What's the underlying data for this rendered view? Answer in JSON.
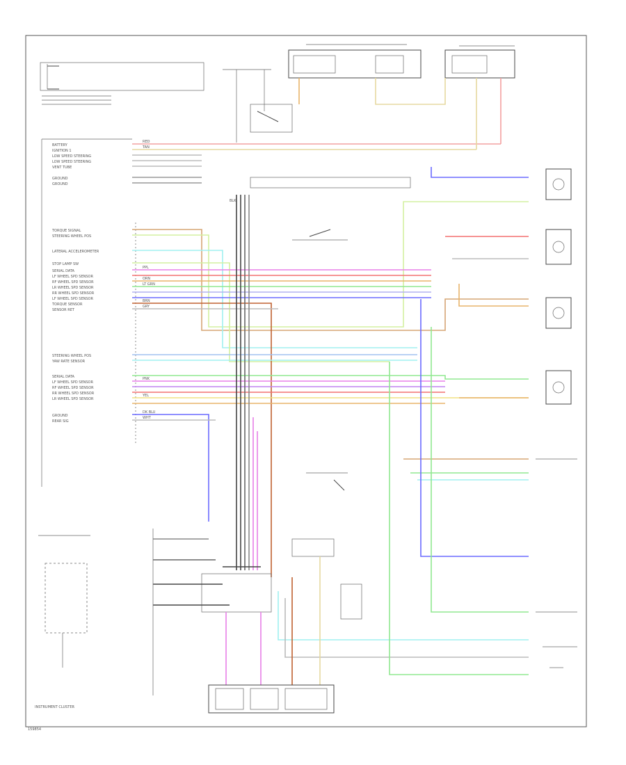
{
  "diagram": {
    "left_labels_top": [
      "BATTERY",
      "IGNITION 1",
      "LOW SPEED STEERING",
      "LOW SPEED STEERING",
      "VENT TUBE",
      "GROUND",
      "GROUND"
    ],
    "left_labels_mid": [
      "TORQUE SIGNAL",
      "STEERING WHEEL POS",
      "LATERAL ACCELEROMETER",
      "STOP LAMP SW",
      "SERIAL DATA",
      "LF WHEEL SPD SENSOR",
      "RF WHEEL SPD SENSOR",
      "LR WHEEL SPD SENSOR",
      "RR WHEEL SPD SENSOR",
      "LF WHEEL SPD SENSOR",
      "TORQUE SENSOR",
      "SENSOR RET"
    ],
    "left_labels_low": [
      "STEERING WHEEL POS",
      "YAW RATE SENSOR",
      "SERIAL DATA",
      "LF WHEEL SPD SENSOR",
      "RF WHEEL SPD SENSOR",
      "RR WHEEL SPD SENSOR",
      "LR WHEEL SPD SENSOR",
      "GROUND",
      "REAR SIG"
    ],
    "wire_codes": [
      "RED",
      "PPL",
      "LT GRN",
      "YEL",
      "TAN",
      "BLK",
      "BRN",
      "GRY",
      "ORN",
      "DK BLU",
      "PNK",
      "WHT"
    ],
    "bottom_note": "INSTRUMENT CLUSTER",
    "corner_id": "159854"
  }
}
